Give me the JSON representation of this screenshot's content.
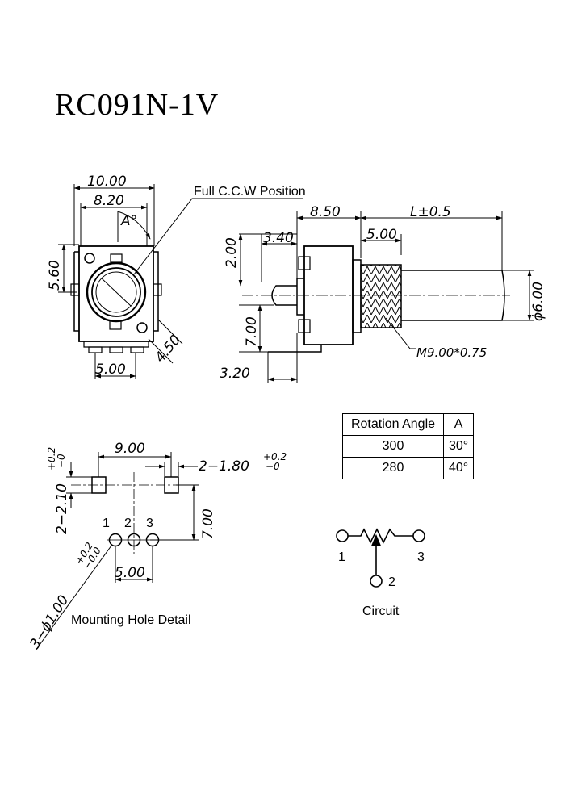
{
  "title": "RC091N-1V",
  "front_view": {
    "dims": [
      "10.00",
      "8.20",
      "A°",
      "5.60",
      "4.50",
      "5.00"
    ],
    "callout": "Full C.C.W Position"
  },
  "side_view": {
    "dims": [
      "8.50",
      "L±0.5",
      "2.00",
      "3.40",
      "5.00",
      "7.00",
      "3.20",
      "ϕ6.00"
    ],
    "thread_callout": "M9.00*0.75"
  },
  "mounting": {
    "dims": [
      "9.00",
      "2−1.80",
      "+0.2",
      "−0",
      "2−2.10",
      "+0.2",
      "−0",
      "7.00",
      "5.00",
      "3−ϕ1.00",
      "+0.2",
      "−0.0"
    ],
    "pins": [
      "1",
      "2",
      "3"
    ],
    "caption": "Mounting Hole Detail"
  },
  "rotation_table": {
    "headers": [
      "Rotation Angle",
      "A"
    ],
    "rows": [
      [
        "300",
        "30°"
      ],
      [
        "280",
        "40°"
      ]
    ]
  },
  "circuit": {
    "pins": [
      "1",
      "3",
      "2"
    ],
    "caption": "Circuit"
  }
}
